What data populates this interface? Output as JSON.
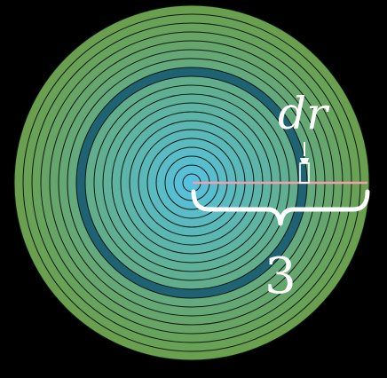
{
  "diagram": {
    "ring_count": 20,
    "highlighted_ring_index": 12,
    "labels": {
      "dr": "dr",
      "radius": "3"
    },
    "colors": {
      "background": "#000000",
      "inner": "#56C1DE",
      "outer": "#6A9F4F",
      "highlight": "#1F6273",
      "ring_stroke": "#0c1a12",
      "radius_line": "#F2A0AE",
      "brace": "#ffffff"
    }
  }
}
